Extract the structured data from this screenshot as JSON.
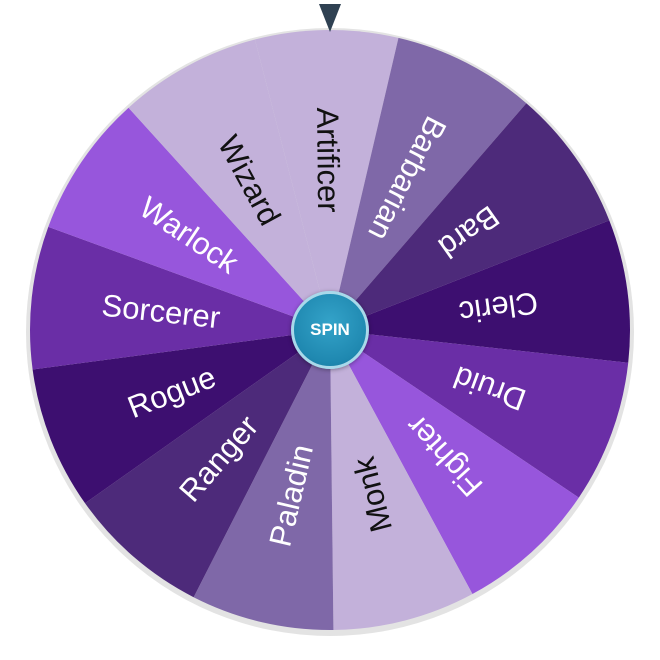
{
  "wheel": {
    "segments": [
      {
        "label": "Artificer",
        "color": "#c3b1da",
        "text_color": "#111111"
      },
      {
        "label": "Barbarian",
        "color": "#7f68a8",
        "text_color": "#ffffff"
      },
      {
        "label": "Bard",
        "color": "#4d2a7a",
        "text_color": "#ffffff"
      },
      {
        "label": "Cleric",
        "color": "#3d0f70",
        "text_color": "#ffffff"
      },
      {
        "label": "Druid",
        "color": "#6a2ea6",
        "text_color": "#ffffff"
      },
      {
        "label": "Fighter",
        "color": "#9756dc",
        "text_color": "#ffffff"
      },
      {
        "label": "Monk",
        "color": "#c3b1da",
        "text_color": "#111111"
      },
      {
        "label": "Paladin",
        "color": "#7f68a8",
        "text_color": "#ffffff"
      },
      {
        "label": "Ranger",
        "color": "#4d2a7a",
        "text_color": "#ffffff"
      },
      {
        "label": "Rogue",
        "color": "#3d0f70",
        "text_color": "#ffffff"
      },
      {
        "label": "Sorcerer",
        "color": "#6a2ea6",
        "text_color": "#ffffff"
      },
      {
        "label": "Warlock",
        "color": "#9756dc",
        "text_color": "#ffffff"
      },
      {
        "label": "Wizard",
        "color": "#c3b1da",
        "text_color": "#111111"
      }
    ]
  },
  "spin_button": {
    "label": "SPIN",
    "color": "#1f88b0"
  },
  "pointer": {
    "icon": "triangle-down-icon",
    "color": "#2f4152"
  }
}
